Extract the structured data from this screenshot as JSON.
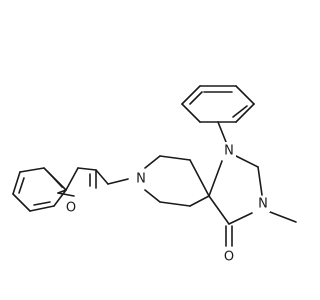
{
  "atoms": {
    "n_phenyl": "N",
    "n_methyl": "N",
    "n_piperidine": "N",
    "o_furan": "O",
    "o_carbonyl": "O"
  },
  "colors": {
    "bond": "#1a1a1a",
    "background": "#ffffff"
  }
}
